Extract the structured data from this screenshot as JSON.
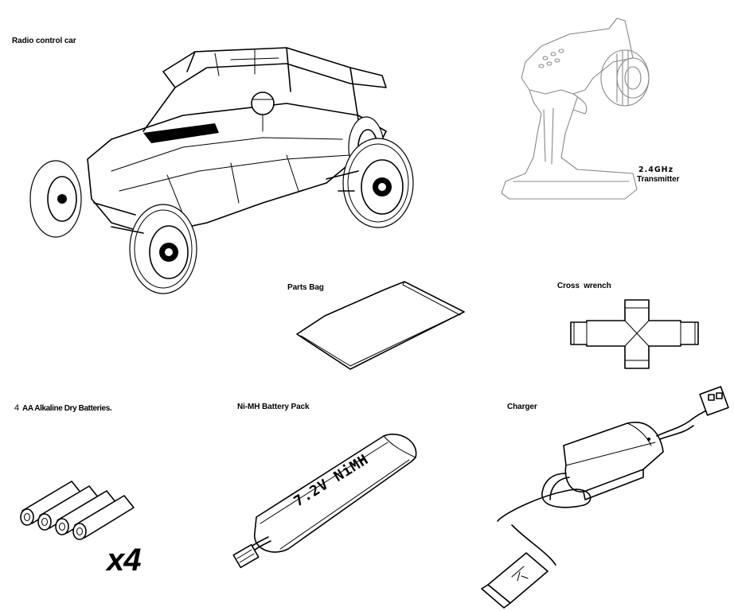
{
  "labels": {
    "car": "Radio control car",
    "transmitter_line1": "2.4GHz",
    "transmitter_line2": "Transmitter",
    "parts_bag": "Parts Bag",
    "cross_wrench": "Cross  wrench",
    "batteries_count": "4",
    "batteries": "AA Alkaline Dry Batteries.",
    "battery_pack": "Ni-MH Battery Pack",
    "charger": "Charger"
  },
  "battery_pack_marking": "7.2V NiMH",
  "multiplier": "x4",
  "icons": {
    "car": "rc-buggy-illustration",
    "transmitter": "pistol-grip-transmitter-illustration",
    "parts_bag": "plastic-bag-illustration",
    "cross_wrench": "cross-wrench-illustration",
    "batteries": "aa-batteries-illustration",
    "battery_pack": "nimh-battery-pack-illustration",
    "charger": "usb-charger-illustration"
  }
}
